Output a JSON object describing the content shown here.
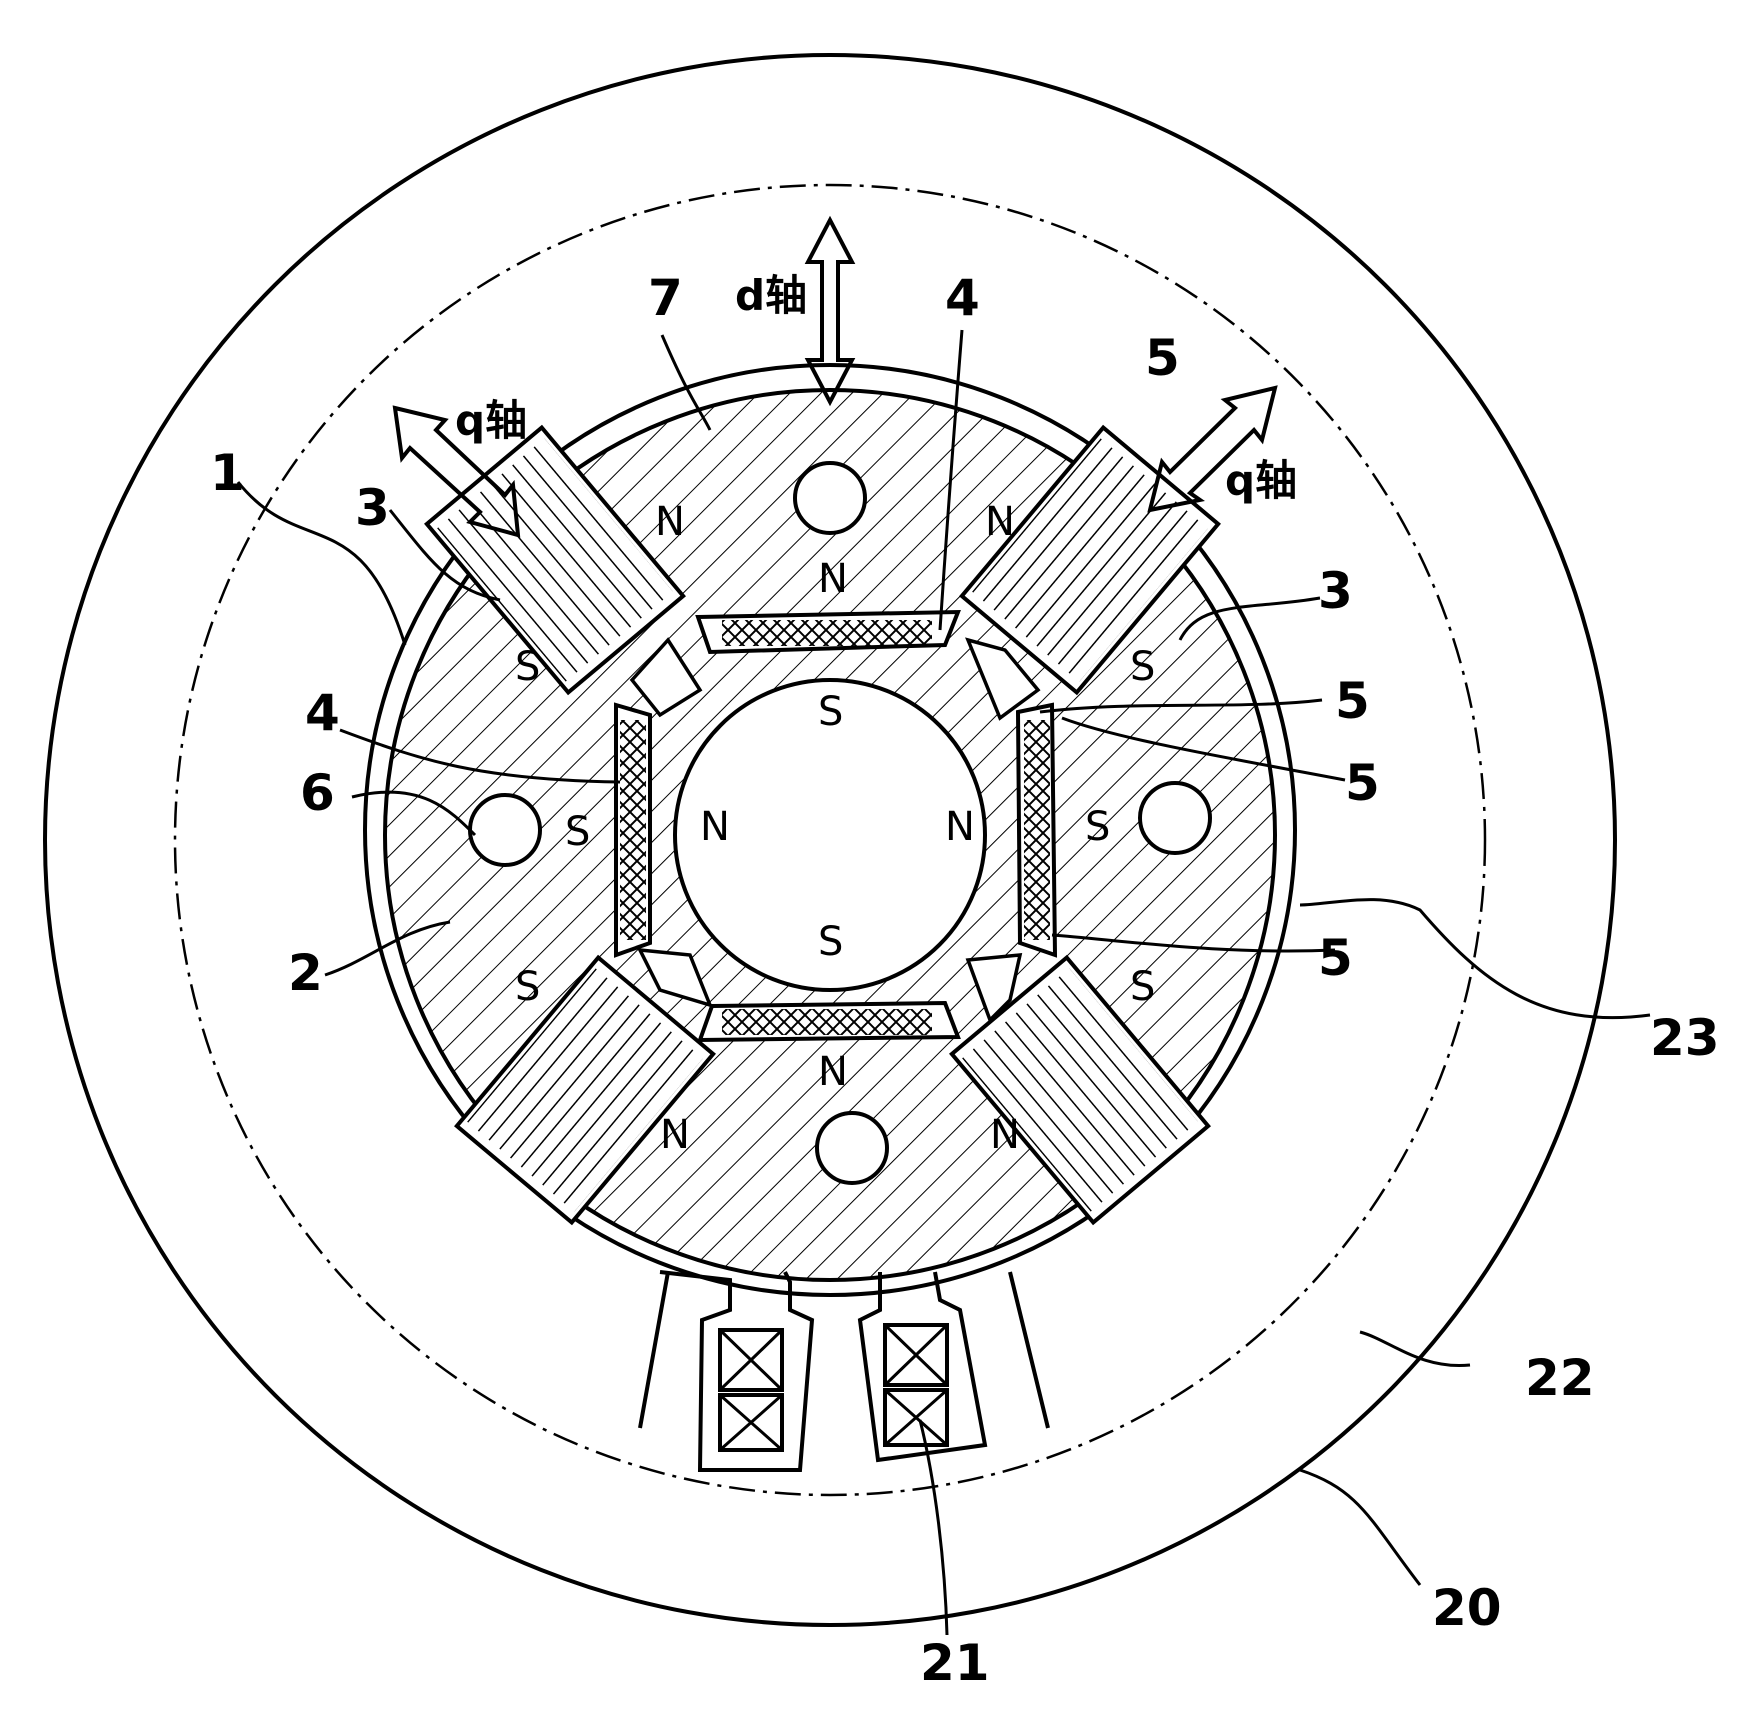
{
  "labels": {
    "core": "2",
    "rotor": "1",
    "magnet_q": "3",
    "magnet_d": "4",
    "gap": "5",
    "hole": "6",
    "pole_region": "7",
    "stator": "20",
    "winding": "21",
    "stator_core": "22",
    "air_gap": "23"
  },
  "axes": {
    "d_axis": "d轴",
    "q_axis": "q轴"
  },
  "poles": {
    "north": "N",
    "south": "S"
  },
  "colors": {
    "line": "#000000",
    "background": "#ffffff"
  }
}
